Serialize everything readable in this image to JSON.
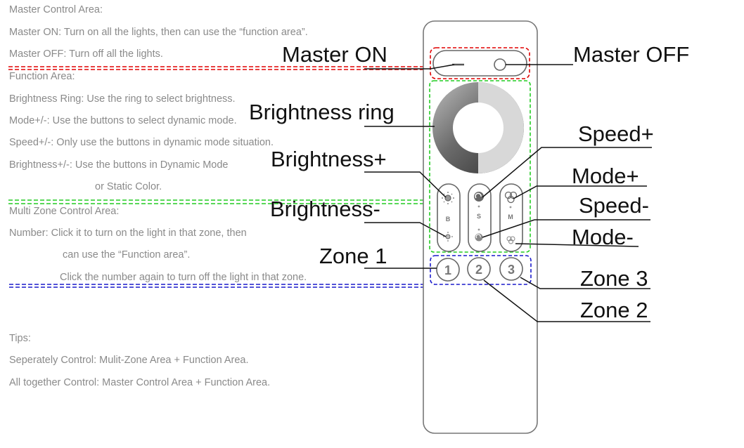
{
  "description": {
    "master_title": "Master Control Area:",
    "master_on": "Master ON: Turn on all the lights, then can use the “function area”.",
    "master_off": "Master OFF: Turn off all the lights.",
    "function_title": "Function Area:",
    "brightness_ring": "Brightness Ring: Use the ring to select brightness.",
    "mode": "Mode+/-: Use the buttons to select dynamic mode.",
    "speed": "Speed+/-: Only use the buttons in dynamic mode situation.",
    "brightness_pm": "Brightness+/-: Use the buttons in Dynamic Mode",
    "brightness_pm_2": "or Static Color.",
    "zone_title": "Multi Zone Control Area:",
    "number": "Number: Click it to turn on the light in that zone, then",
    "number_2": "can use the “Function area”.",
    "number_3": "Click the number again to turn off the light in that zone.",
    "tips_title": "Tips:",
    "tip_separate": "Seperately Control:  Mulit-Zone Area + Function Area.",
    "tip_together": "All together Control: Master Control Area + Function Area."
  },
  "callouts": {
    "master_on": "Master ON",
    "master_off": "Master OFF",
    "brightness_ring": "Brightness ring",
    "speed_plus": "Speed+",
    "brightness_plus": "Brightness+",
    "mode_plus": "Mode+",
    "brightness_minus": "Brightness-",
    "speed_minus": "Speed-",
    "mode_minus": "Mode-",
    "zone1": "Zone 1",
    "zone3": "Zone 3",
    "zone2": "Zone 2"
  },
  "remote": {
    "brightness_letter": "B",
    "speed_letter": "S",
    "mode_letter": "M",
    "zone_numbers": [
      "1",
      "2",
      "3"
    ]
  },
  "colors": {
    "master_area": "#e00000",
    "function_area": "#22cc22",
    "zone_area": "#1a1acc",
    "remote_outline": "#777777"
  }
}
